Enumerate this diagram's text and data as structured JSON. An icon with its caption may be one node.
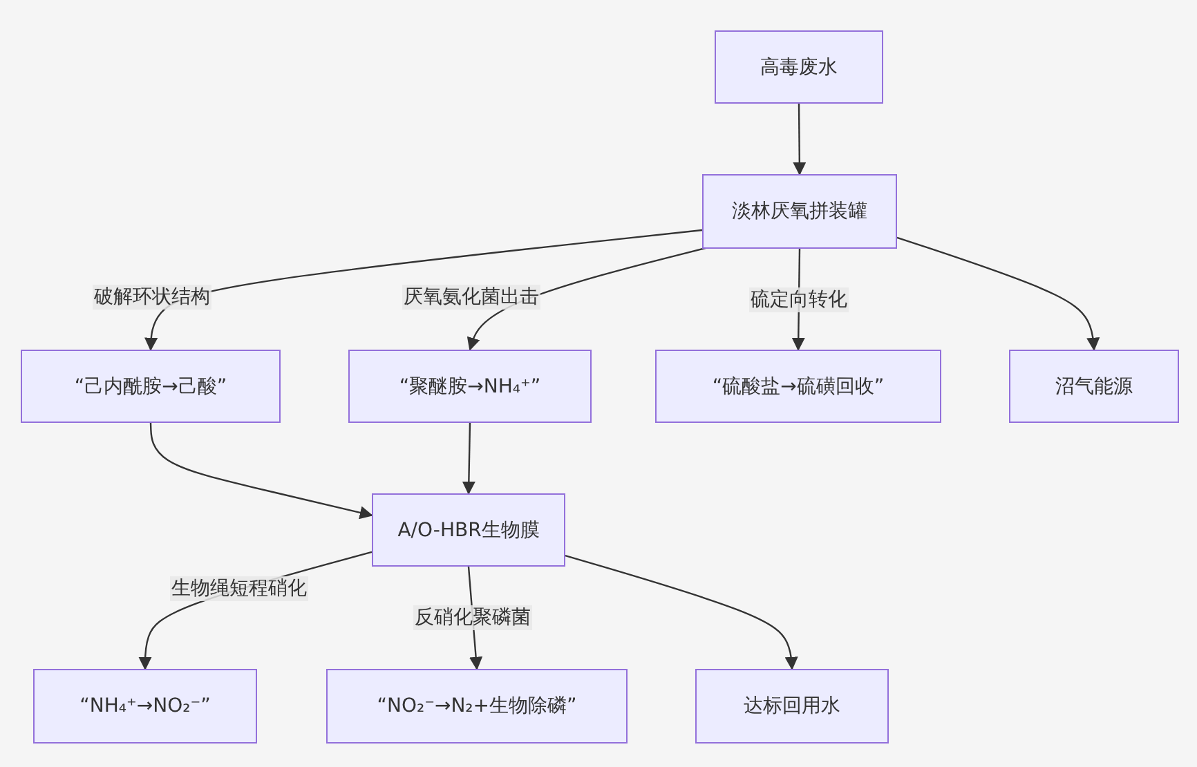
{
  "diagram": {
    "nodes": [
      {
        "text": [
          "高毒废水"
        ]
      },
      {
        "text": [
          "淡林厌氧拼装罐"
        ]
      },
      {
        "text": [
          "“己内酰胺→己酸”"
        ]
      },
      {
        "text": [
          "“聚醚胺→NH₄⁺”"
        ]
      },
      {
        "text": [
          "“硫酸盐→硫磺回收”"
        ]
      },
      {
        "text": [
          "沼气能源"
        ]
      },
      {
        "text": [
          "A/O-HBR生物膜"
        ]
      },
      {
        "text": [
          "“NH₄⁺→NO₂⁻”"
        ]
      },
      {
        "text": [
          "“NO₂⁻→N₂+生物除磷”"
        ]
      },
      {
        "text": [
          "达标回用水"
        ]
      }
    ],
    "edges": [
      {
        "from": 0,
        "to": 1,
        "arrow": "to"
      },
      {
        "from": 1,
        "to": 2,
        "arrow": "to",
        "label": "破解环状结构"
      },
      {
        "from": 1,
        "to": 3,
        "arrow": "to",
        "label": "厌氧氨化菌出击"
      },
      {
        "from": 1,
        "to": 4,
        "arrow": "to",
        "label": "硫定向转化"
      },
      {
        "from": 1,
        "to": 5,
        "arrow": "to"
      },
      {
        "from": 2,
        "to": 6,
        "arrow": "to"
      },
      {
        "from": 3,
        "to": 6,
        "arrow": "to"
      },
      {
        "from": 6,
        "to": 7,
        "arrow": "to",
        "label": "生物绳短程硝化"
      },
      {
        "from": 6,
        "to": 8,
        "arrow": "to",
        "label": "反硝化聚磷菌"
      },
      {
        "from": 6,
        "to": 9,
        "arrow": "to"
      }
    ]
  }
}
